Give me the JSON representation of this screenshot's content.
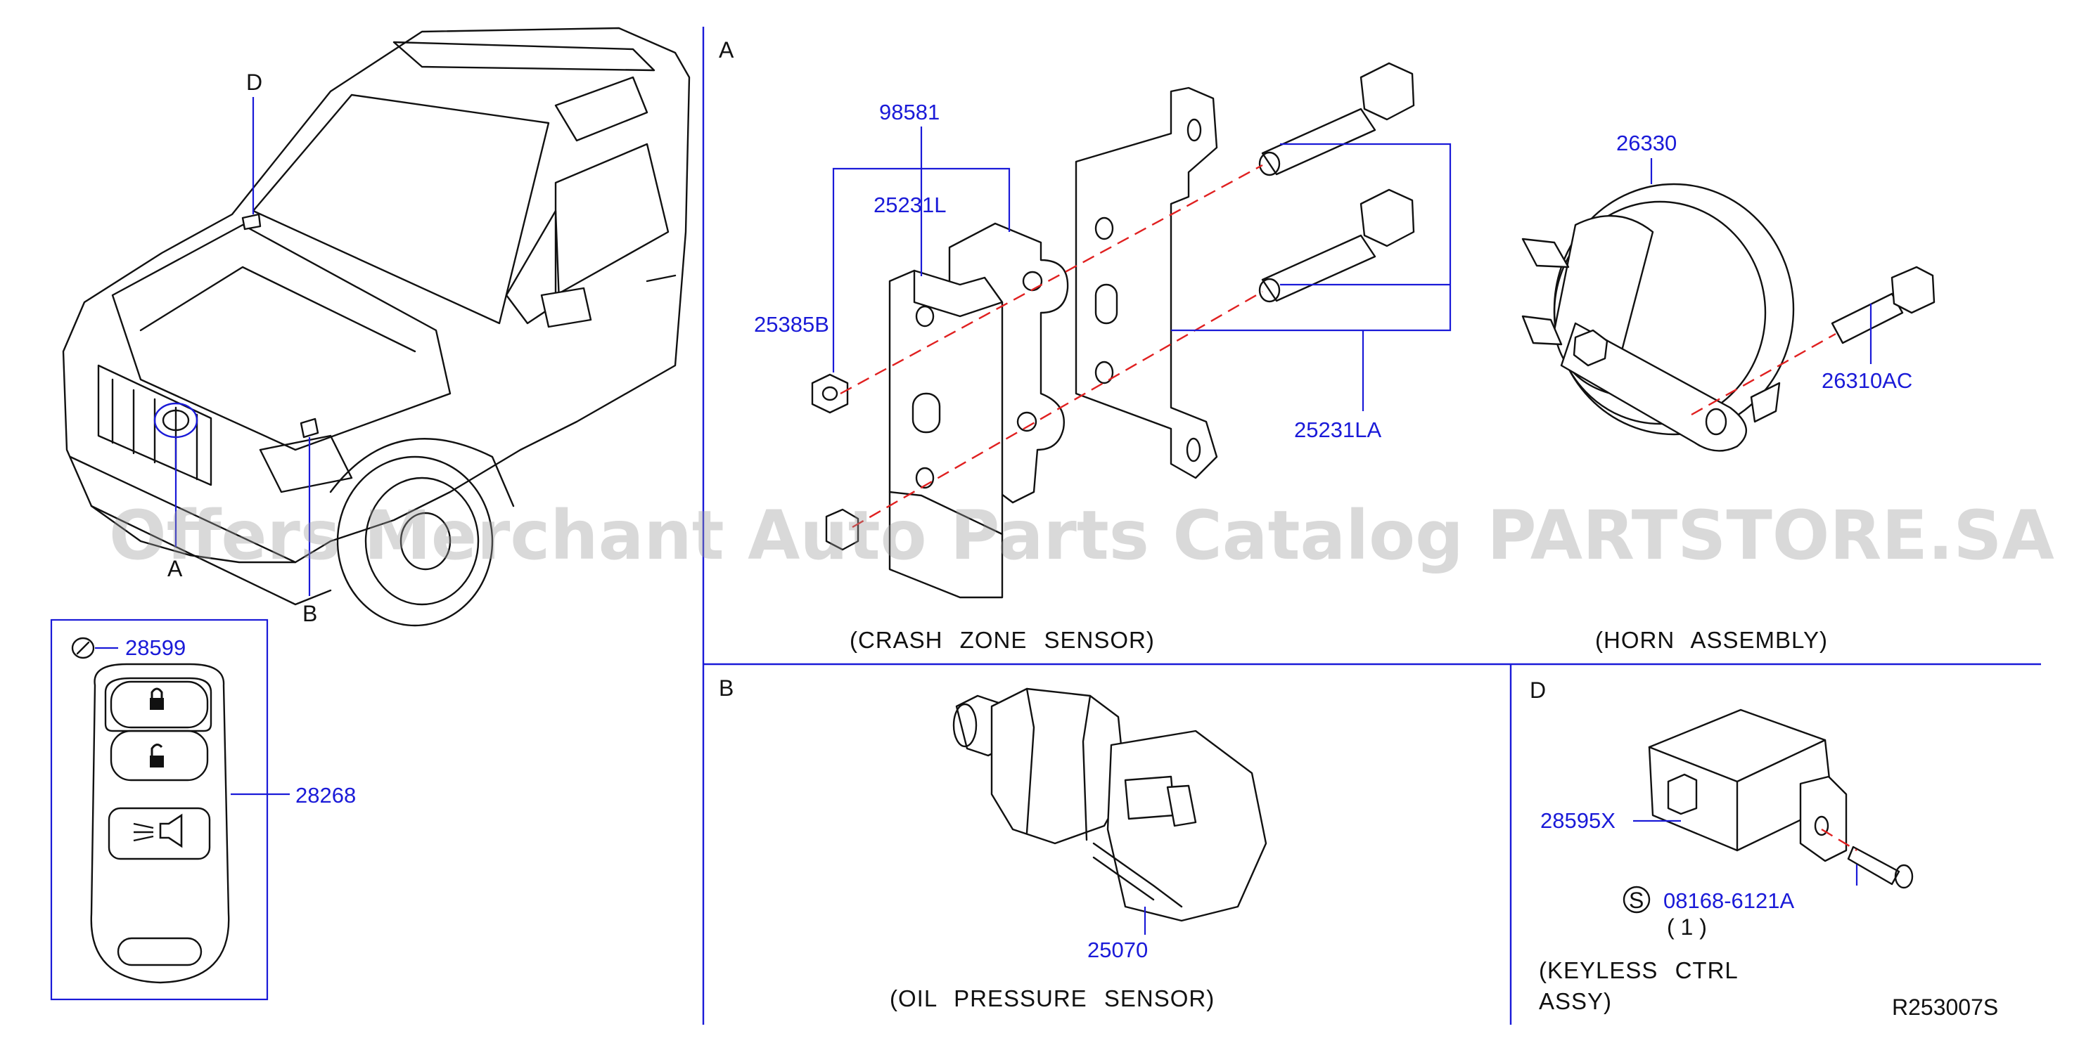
{
  "sections": {
    "a": "A",
    "b": "B",
    "d": "D"
  },
  "callouts": {
    "a": "A",
    "b": "B",
    "d": "D"
  },
  "parts": {
    "p98581": "98581",
    "p25231L": "25231L",
    "p25385B": "25385B",
    "p25231LA": "25231LA",
    "p26330": "26330",
    "p26310AC": "26310AC",
    "p28599": "28599",
    "p28268": "28268",
    "p25070": "25070",
    "p28595X": "28595X",
    "p08168": "08168-6121A",
    "qty": "( 1 )",
    "s_symbol": "S"
  },
  "captions": {
    "crash": "(CRASH ZONE SENSOR)",
    "horn": "(HORN ASSEMBLY)",
    "oil": "(OIL PRESSURE SENSOR)",
    "keyless_line1": "(KEYLESS CTRL",
    "keyless_line2": "ASSY)"
  },
  "reference": "R253007S",
  "watermark": "Offers Merchant Auto Parts Catalog PARTSTORE.SA",
  "icons": [
    "lock-icon",
    "unlock-icon",
    "panic-horn-icon"
  ],
  "colors": {
    "part_number": "#1a1ad8",
    "leader_dashed": "#e02020",
    "line_art": "#111111"
  }
}
